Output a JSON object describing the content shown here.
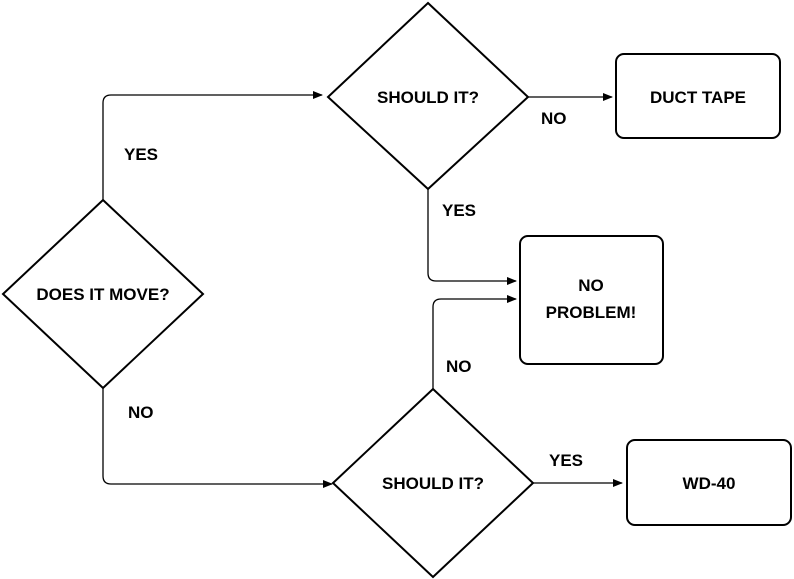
{
  "nodes": {
    "does_it_move": {
      "label": "DOES IT MOVE?"
    },
    "should_it_top": {
      "label": "SHOULD IT?"
    },
    "should_it_bottom": {
      "label": "SHOULD IT?"
    },
    "duct_tape": {
      "label": "DUCT TAPE"
    },
    "no_problem": {
      "label_line1": "NO",
      "label_line2": "PROBLEM!"
    },
    "wd40": {
      "label": "WD-40"
    }
  },
  "edges": {
    "move_yes": {
      "label": "YES"
    },
    "move_no": {
      "label": "NO"
    },
    "top_no": {
      "label": "NO"
    },
    "top_yes": {
      "label": "YES"
    },
    "bottom_no": {
      "label": "NO"
    },
    "bottom_yes": {
      "label": "YES"
    }
  }
}
